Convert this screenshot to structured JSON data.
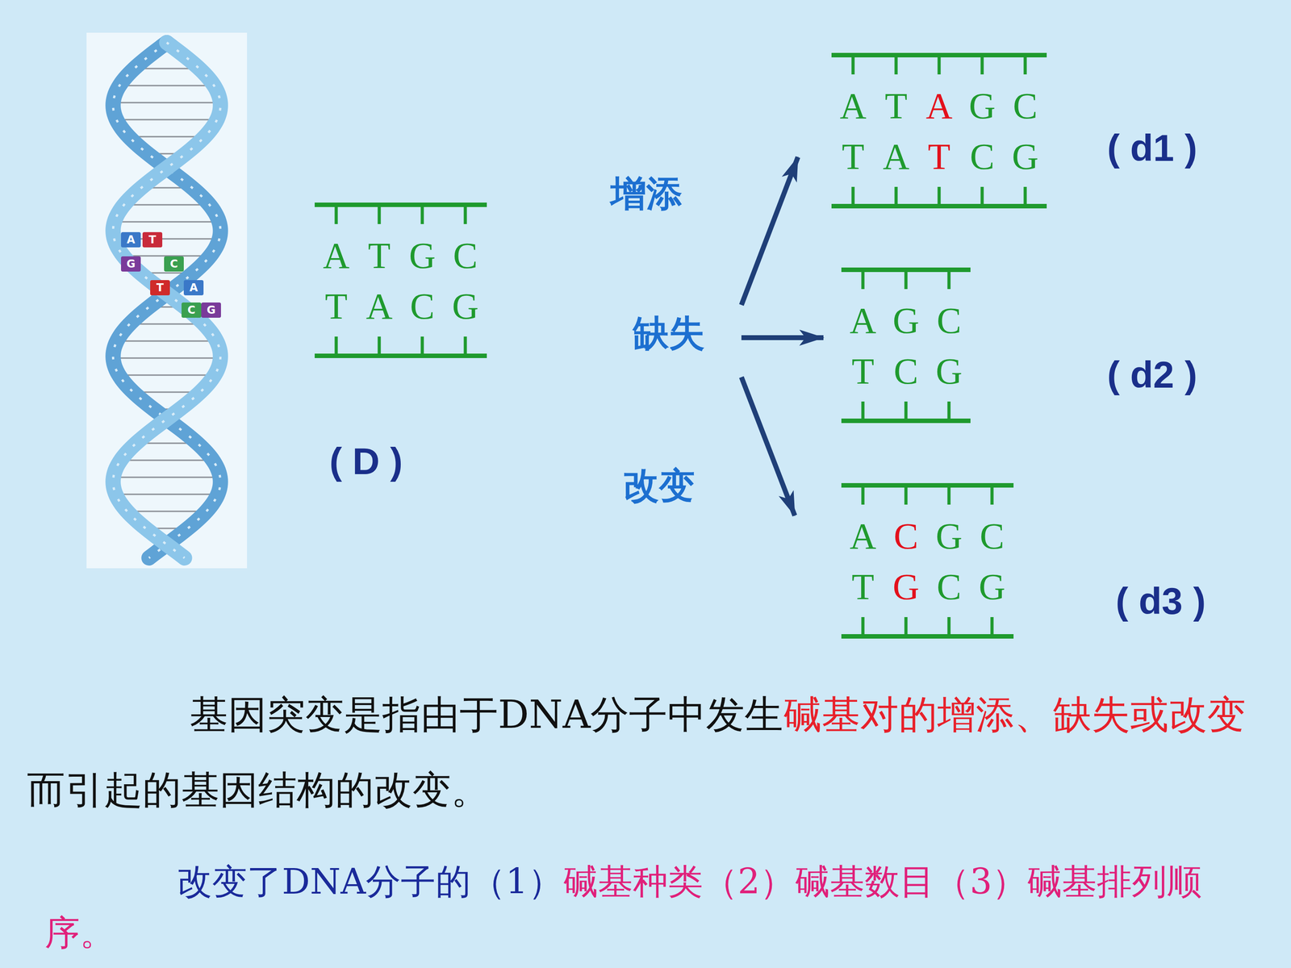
{
  "diagram": {
    "nodes": [
      {
        "text": [
          "ATGC",
          "TACG",
          "( D )"
        ]
      },
      {
        "text": [
          "ATAGC",
          "TATCG",
          "( d1 )"
        ]
      },
      {
        "text": [
          "AGC",
          "TCG",
          "( d2 )"
        ]
      },
      {
        "text": [
          "ACGC",
          "TGCG",
          "( d3 )"
        ]
      }
    ],
    "edges": [
      {
        "from": 0,
        "to": 1,
        "arrow": "to",
        "label": "增添"
      },
      {
        "from": 0,
        "to": 2,
        "arrow": "to",
        "label": "缺失"
      },
      {
        "from": 0,
        "to": 3,
        "arrow": "to",
        "label": "改变"
      }
    ],
    "labels": [
      "A",
      "T",
      "G",
      "C",
      "T",
      "A",
      "C",
      "G",
      "基因突变是指由于DNA分子中发生",
      "碱基对的增添、缺失或改变",
      "而引起的基因结构的改变。",
      "改变了DNA分子的（1）",
      "碱基种类（2）碱基数目（3）碱基排列顺序。"
    ]
  }
}
